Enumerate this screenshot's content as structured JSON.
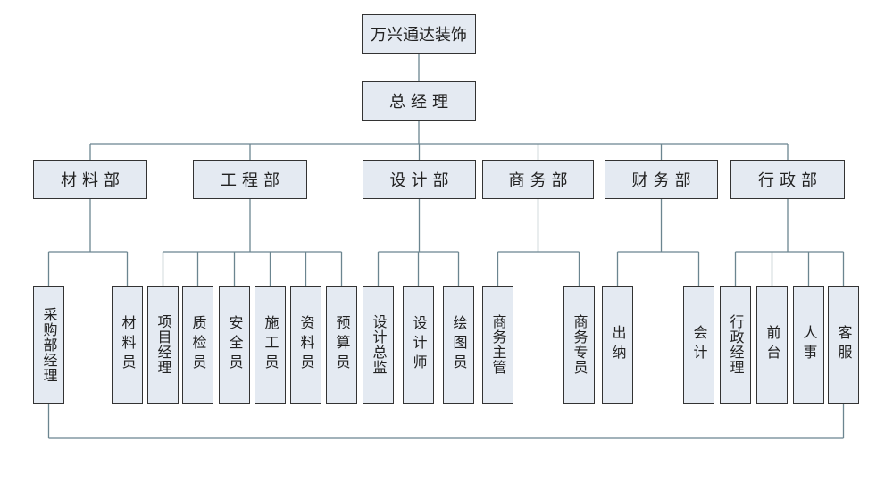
{
  "company": "万兴通达装饰",
  "general_manager": "总经理",
  "departments": [
    {
      "name": "材料部",
      "roles": [
        "采购部经理",
        "材料员"
      ]
    },
    {
      "name": "工程部",
      "roles": [
        "项目经理",
        "质检员",
        "安全员",
        "施工员",
        "资料员",
        "预算员"
      ]
    },
    {
      "name": "设计部",
      "roles": [
        "设计总监",
        "设计师",
        "绘图员"
      ]
    },
    {
      "name": "商务部",
      "roles": [
        "商务主管",
        "商务专员"
      ]
    },
    {
      "name": "财务部",
      "roles": [
        "出纳",
        "会计"
      ]
    },
    {
      "name": "行政部",
      "roles": [
        "行政经理",
        "前台",
        "人事",
        "客服"
      ]
    }
  ],
  "colors": {
    "box_fill": "#e4eaf2",
    "box_border": "#333333",
    "connector": "#6b8590"
  }
}
